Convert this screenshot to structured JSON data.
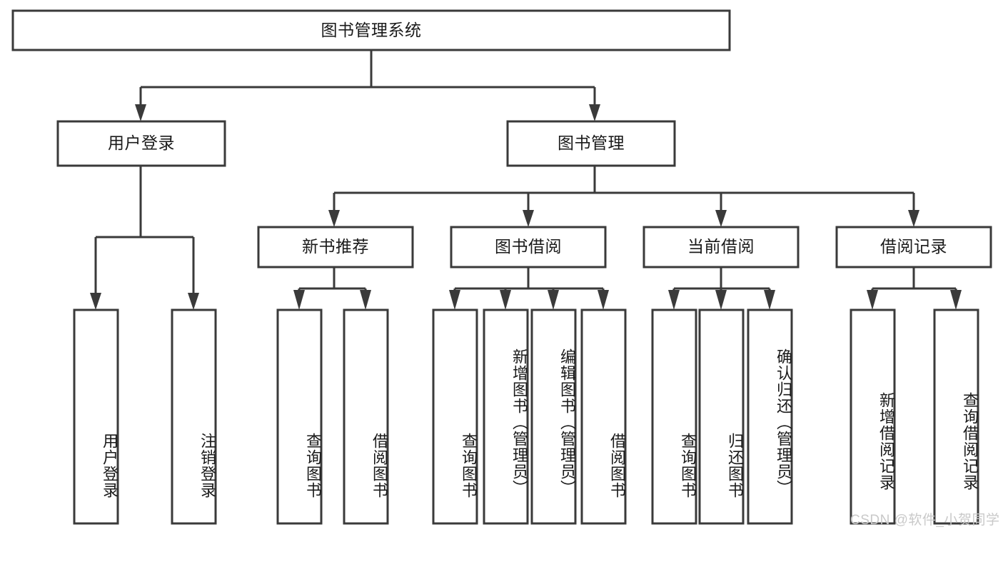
{
  "diagram": {
    "type": "tree",
    "title": "图书管理系统",
    "root": {
      "id": "root",
      "label": "图书管理系统",
      "orientation": "horizontal"
    },
    "level2": [
      {
        "id": "user-login",
        "label": "用户登录",
        "orientation": "horizontal"
      },
      {
        "id": "book-manage",
        "label": "图书管理",
        "orientation": "horizontal"
      }
    ],
    "level3": [
      {
        "id": "new-book-recommend",
        "label": "新书推荐",
        "orientation": "horizontal"
      },
      {
        "id": "book-borrow",
        "label": "图书借阅",
        "orientation": "horizontal"
      },
      {
        "id": "current-borrow",
        "label": "当前借阅",
        "orientation": "horizontal"
      },
      {
        "id": "borrow-record",
        "label": "借阅记录",
        "orientation": "horizontal"
      }
    ],
    "leaves": [
      {
        "id": "leaf-user-login",
        "label": "用户登录",
        "parent": "user-login",
        "orientation": "vertical"
      },
      {
        "id": "leaf-user-logout",
        "label": "注销登录",
        "parent": "user-login",
        "orientation": "vertical"
      },
      {
        "id": "leaf-query-book-1",
        "label": "查询图书",
        "parent": "new-book-recommend",
        "orientation": "vertical"
      },
      {
        "id": "leaf-borrow-book-1",
        "label": "借阅图书",
        "parent": "new-book-recommend",
        "orientation": "vertical"
      },
      {
        "id": "leaf-query-book-2",
        "label": "查询图书",
        "parent": "book-borrow",
        "orientation": "vertical"
      },
      {
        "id": "leaf-add-book",
        "label": "新增图书（管理员）",
        "parent": "book-borrow",
        "orientation": "vertical"
      },
      {
        "id": "leaf-edit-book",
        "label": "编辑图书（管理员）",
        "parent": "book-borrow",
        "orientation": "vertical"
      },
      {
        "id": "leaf-borrow-book-2",
        "label": "借阅图书",
        "parent": "book-borrow",
        "orientation": "vertical"
      },
      {
        "id": "leaf-query-book-3",
        "label": "查询图书",
        "parent": "current-borrow",
        "orientation": "vertical"
      },
      {
        "id": "leaf-return-book",
        "label": "归还图书",
        "parent": "current-borrow",
        "orientation": "vertical"
      },
      {
        "id": "leaf-confirm-return",
        "label": "确认归还（管理员）",
        "parent": "current-borrow",
        "orientation": "vertical"
      },
      {
        "id": "leaf-add-record",
        "label": "新增借阅记录",
        "parent": "borrow-record",
        "orientation": "vertical"
      },
      {
        "id": "leaf-query-record",
        "label": "查询借阅记录",
        "parent": "borrow-record",
        "orientation": "vertical"
      }
    ],
    "colors": {
      "background": "#ffffff",
      "box_fill": "#ffffff",
      "box_stroke": "#3a3a3a",
      "connector": "#3a3a3a",
      "text": "#1a1a1a",
      "watermark": "#c9c9c9"
    }
  },
  "watermark": {
    "text": "CSDN @软件_小贺同学"
  }
}
